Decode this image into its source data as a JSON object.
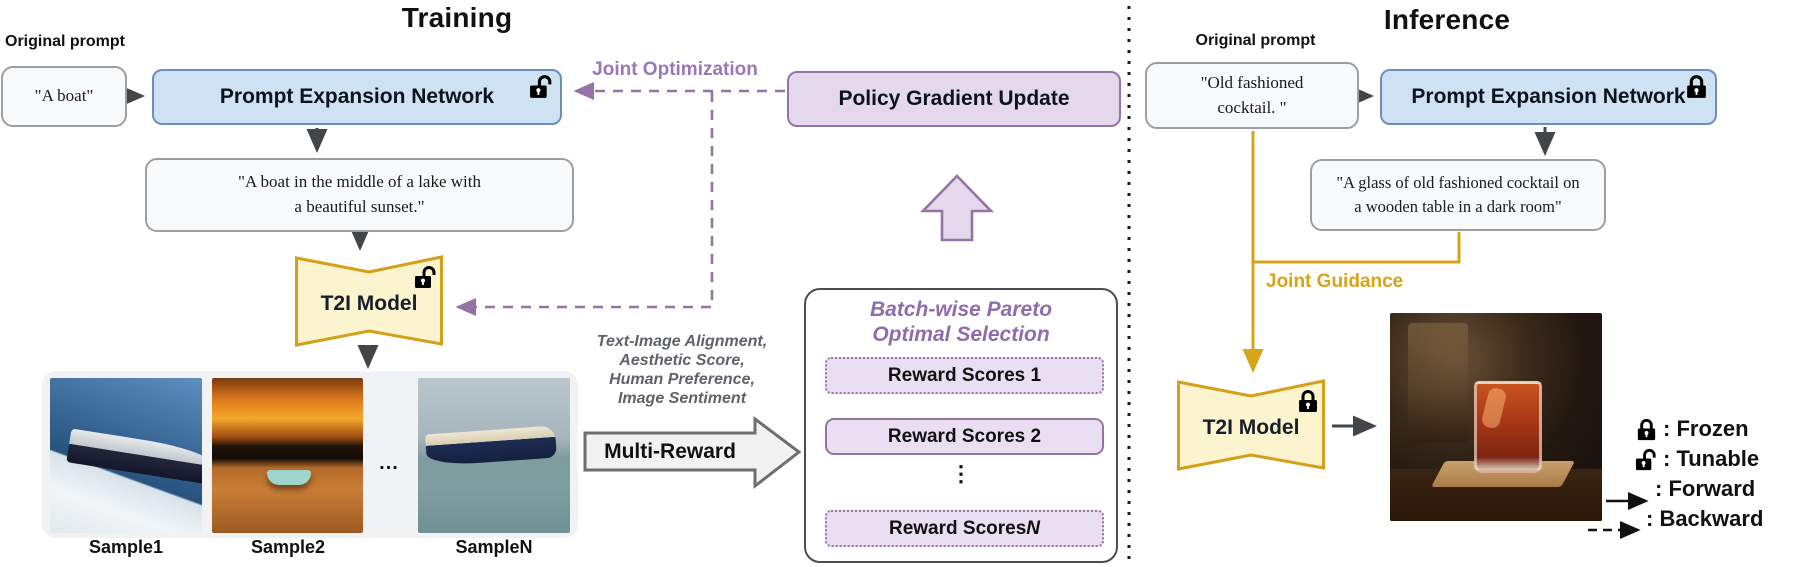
{
  "titles": {
    "training": "Training",
    "inference": "Inference"
  },
  "training": {
    "original_prompt_label": "Original prompt",
    "original_prompt": "\"A boat\"",
    "pen_label": "Prompt Expansion Network",
    "expanded_prompt": [
      "\"A boat in the middle of a lake with",
      "a beautiful sunset.\""
    ],
    "t2i_label": "T2I Model",
    "joint_optimization": "Joint Optimization",
    "policy_gradient": "Policy Gradient Update",
    "samples": [
      "Sample1",
      "Sample2",
      "SampleN"
    ],
    "ellipsis": "...",
    "reward_criteria": [
      "Text-Image Alignment,",
      "Aesthetic Score,",
      "Human Preference,",
      "Image Sentiment"
    ],
    "multi_reward": "Multi-Reward",
    "pareto_title": [
      "Batch-wise Pareto",
      "Optimal Selection"
    ],
    "rewards": {
      "r1": "Reward Scores 1",
      "r2": "Reward Scores 2",
      "rn_prefix": "Reward Scores ",
      "rn_suffix": "N",
      "dots": "⋮"
    }
  },
  "inference": {
    "original_prompt_label": "Original prompt",
    "original_prompt": [
      "\"Old fashioned",
      "cocktail. \""
    ],
    "pen_label": "Prompt Expansion Network",
    "expanded_prompt": [
      "\"A glass of old fashioned cocktail on",
      "a wooden table in a dark room\""
    ],
    "joint_guidance": "Joint Guidance",
    "t2i_label": "T2I Model"
  },
  "legend": {
    "frozen": ": Frozen",
    "tunable": ": Tunable",
    "forward": ": Forward",
    "backward": ": Backward"
  },
  "colors": {
    "pen_fill": "#cfe2f3",
    "pen_border": "#6c8ebf",
    "purple_fill": "#e6d8ec",
    "purple_border": "#9673a6",
    "purple_text": "#9879b5",
    "t2i_fill": "#fcf3cf",
    "t2i_border": "#d4a017",
    "gold_line": "#d6a419",
    "gray_box_border": "#9e9e9e",
    "dark_arrow": "#434649",
    "reward_fill": "#eadef2",
    "criteria_text": "#5f6368"
  }
}
